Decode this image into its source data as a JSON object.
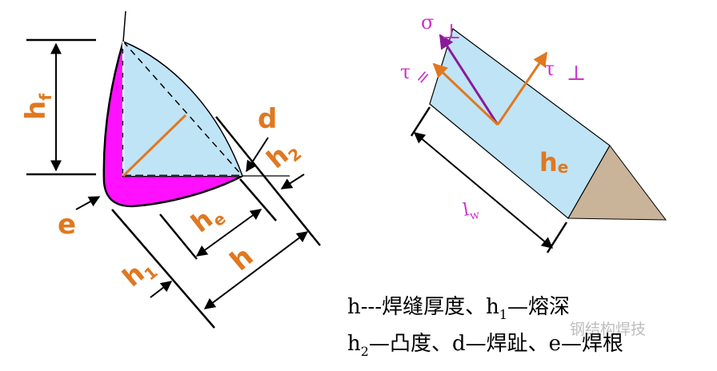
{
  "colors": {
    "weld_fill": "#bfe4f6",
    "reinforcement": "#ff10ff",
    "dimension_orange": "#e07820",
    "sigma_purple": "#8a1a9a",
    "stress_label_purple": "#cc33cc",
    "base_plate": "#c9b49a"
  },
  "left_labels": {
    "hf_main": "h",
    "hf_sub": "f",
    "d": "d",
    "h2_main": "h",
    "h2_sub": "2",
    "he_main": "h",
    "he_sub": "e",
    "e": "e",
    "h1_main": "h",
    "h1_sub": "1",
    "h": "h"
  },
  "right_labels": {
    "sigma": "σ",
    "sigma_perp": "⊥",
    "tau_left": "τ",
    "tau_parallel": "=",
    "tau_right": "τ",
    "tau_perp": "⊥",
    "he_main": "h",
    "he_sub": "e",
    "lw_main": "l",
    "lw_sub": "w"
  },
  "legend": {
    "line1_a": "h---焊缝厚度、h",
    "line1_sub": "1",
    "line1_b": "—熔深",
    "line2_a": "h",
    "line2_sub": "2",
    "line2_b": "—凸度、d—焊趾、e—焊根"
  },
  "watermark": {
    "text": "钢结构焊技"
  }
}
